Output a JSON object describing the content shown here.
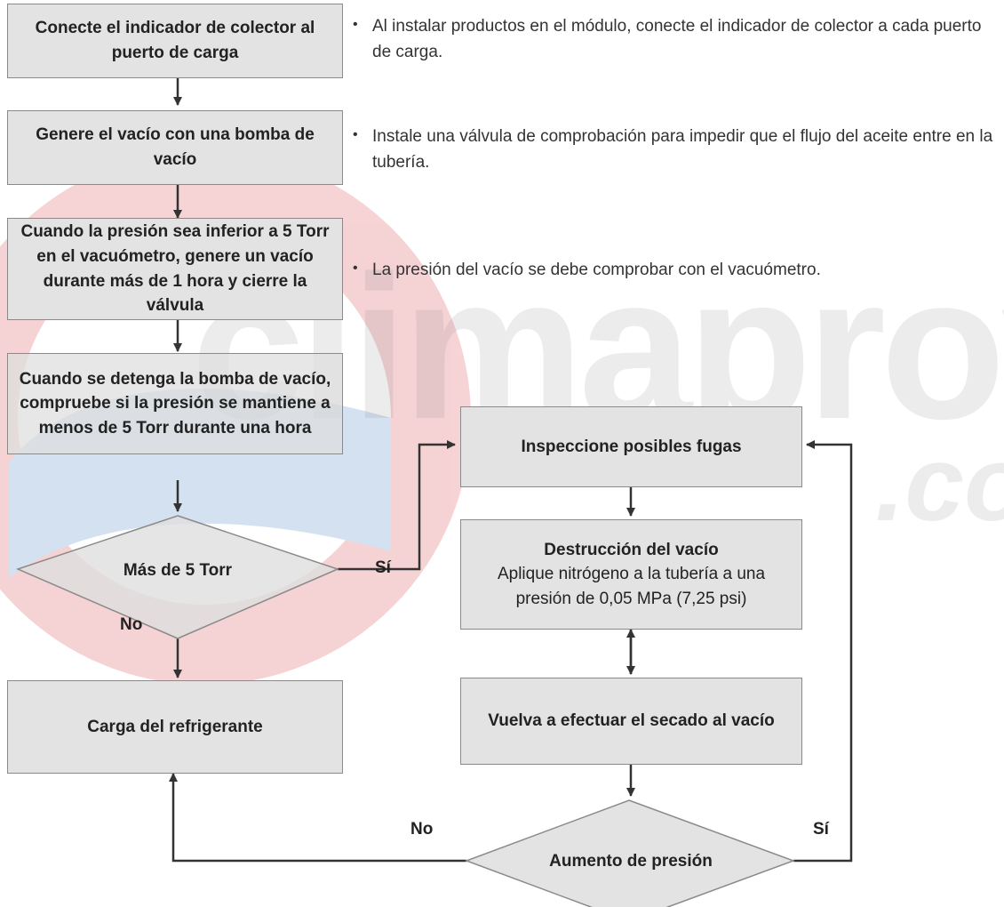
{
  "steps": {
    "connect": "Conecte el indicador de colector al puerto de carga",
    "vacuum_pump": "Genere el vacío con una bomba de vacío",
    "pressure_low": "Cuando la presión sea inferior a 5 Torr en el vacuómetro, genere un vacío durante más de 1 hora y cierre la válvula",
    "pump_stop": "Cuando se detenga la bomba de vacío, compruebe si la presión se mantiene a menos de 5 Torr durante una hora",
    "inspect": "Inspeccione posibles fugas",
    "destruction_title": "Destrucción del vacío",
    "destruction_body": "Aplique nitrógeno a la tubería a una presión de 0,05 MPa (7,25 psi)",
    "redry": "Vuelva a efectuar el secado al vacío",
    "charge": "Carga del refrigerante"
  },
  "decisions": {
    "more_than_5": "Más de 5 Torr",
    "pressure_rise": "Aumento de presión"
  },
  "edge_labels": {
    "yes_1": "Sí",
    "no_1": "No",
    "no_2": "No",
    "yes_2": "Sí"
  },
  "notes": {
    "n1": "Al instalar productos en el módulo, conecte el indicador de colector a cada puerto de carga.",
    "n2": "Instale una válvula de comprobación para impedir que el flujo del aceite entre en la tubería.",
    "n3": "La presión del vacío se debe comprobar con el vacuómetro."
  },
  "watermark": {
    "text": "climaproyecto",
    "suffix": ".co",
    "colors": {
      "red": "#d2252c",
      "blue": "#2e6fb6",
      "gray": "#cfcfcf"
    }
  },
  "colors": {
    "box_fill": "#e3e3e3",
    "line": "#333333"
  }
}
